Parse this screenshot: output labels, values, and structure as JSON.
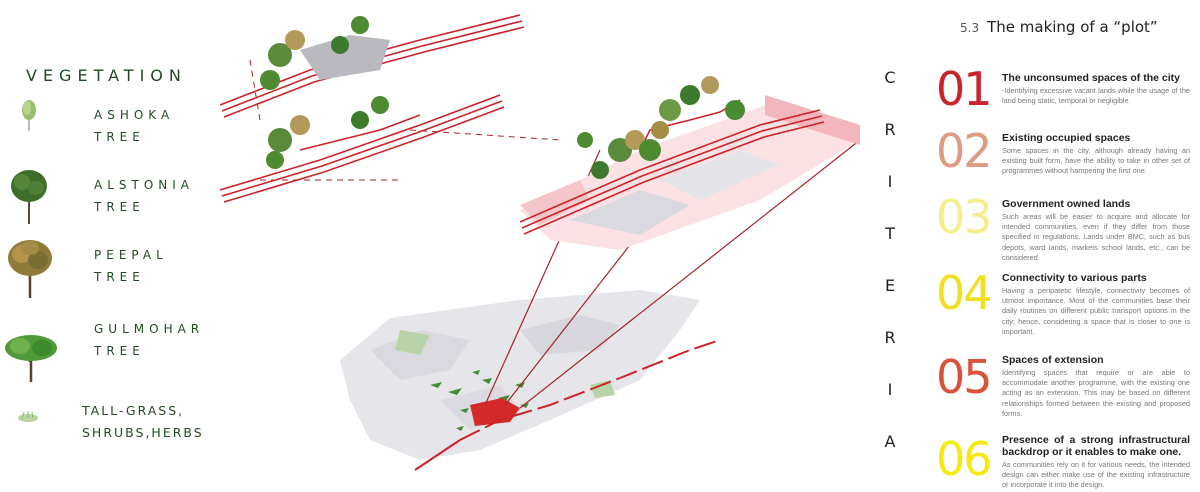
{
  "vegetation": {
    "heading": "VEGETATION",
    "items": [
      {
        "line1": "ASHOKA",
        "line2": "TREE",
        "icon": "ashoka-tree-icon"
      },
      {
        "line1": "ALSTONIA",
        "line2": "TREE",
        "icon": "alstonia-tree-icon"
      },
      {
        "line1": "PEEPAL",
        "line2": "TREE",
        "icon": "peepal-tree-icon"
      },
      {
        "line1": "GULMOHAR",
        "line2": "TREE",
        "icon": "gulmohar-tree-icon"
      },
      {
        "line1": "TALL-GRASS,",
        "line2": "SHRUBS,HERBS",
        "icon": "grass-icon"
      }
    ]
  },
  "criteria_word": [
    "C",
    "R",
    "I",
    "T",
    "E",
    "R",
    "I",
    "A"
  ],
  "section": {
    "number": "5.3",
    "title": "The making of a “plot”"
  },
  "criteria": [
    {
      "num": "01",
      "color": "#c8242b",
      "title": "The unconsumed spaces of the city",
      "body": "-Identifying excessive vacant lands while the usage of the land being static, temporal or negligible."
    },
    {
      "num": "02",
      "color": "#e09a82",
      "title": "Existing occupied spaces",
      "body": "Some spaces in the city, although already having an existing built form, have the ability to take in other set of programmes without hampering the first one."
    },
    {
      "num": "03",
      "color": "#f6ee8c",
      "title": "Government owned lands",
      "body": "Such areas will be easier to acquire and allocate for intended communities, even if they differ from those specified in regulations. Lands under BMC, such as bus depots, ward lands, markets school lands, etc., can be considered."
    },
    {
      "num": "04",
      "color": "#f2e020",
      "title": "Connectivity to various parts",
      "body": "Having a peripatetic lifestyle, connectivity becomes of utmost importance. Most of the communities base their daily routines on different public transport options in the city; hence, considering a space that is closer to one is important."
    },
    {
      "num": "05",
      "color": "#d9533a",
      "title": "Spaces of extension",
      "body": "Identifying spaces that require or are able to accommodate another programme, with the existing one acting as an extension. This may be based on different relationships formed between the existing and proposed forms."
    },
    {
      "num": "06",
      "color": "#f5ea10",
      "title": "Presence of a strong infrastructural backdrop or it enables to make one.",
      "body": "As communities rely on it for various needs, the intended design can either make use of the existing infrastructure or incorporate it into the design."
    }
  ],
  "colors": {
    "accent_red": "#cc2229",
    "tree_green": "#3e7a2e",
    "map_grey": "#e4e4e8"
  }
}
